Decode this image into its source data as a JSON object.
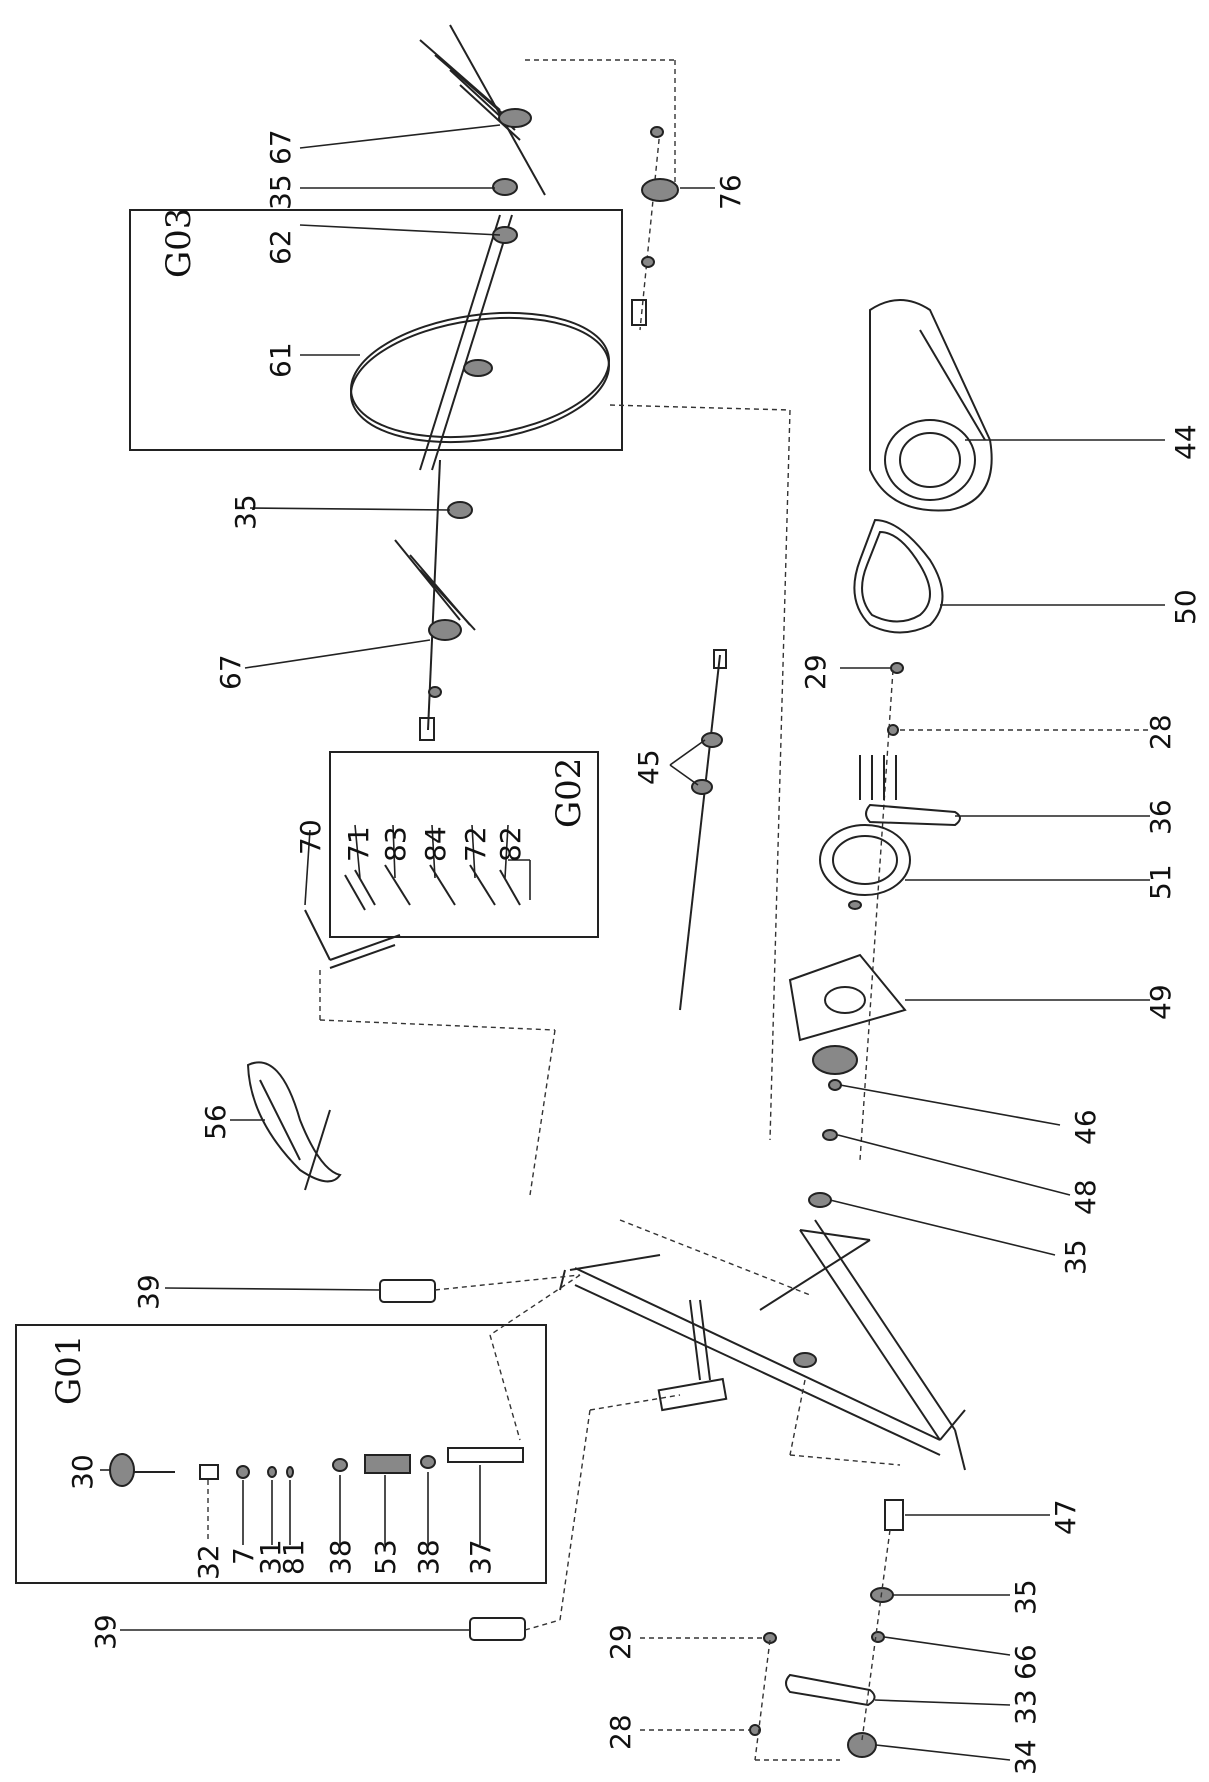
{
  "groups": {
    "g01": "G01",
    "g02": "G02",
    "g03": "G03"
  },
  "labels": {
    "l67a": "67",
    "l35a": "35",
    "l76": "76",
    "l62": "62",
    "l61": "61",
    "l35b": "35",
    "l67b": "67",
    "l44": "44",
    "l50": "50",
    "l29a": "29",
    "l28a": "28",
    "l45": "45",
    "l70": "70",
    "l71": "71",
    "l83": "83",
    "l84": "84",
    "l72": "72",
    "l82": "82",
    "l36": "36",
    "l51": "51",
    "l49": "49",
    "l56": "56",
    "l46": "46",
    "l48": "48",
    "l35c": "35",
    "l39a": "39",
    "l30": "30",
    "l32": "32",
    "l7": "7",
    "l31": "31",
    "l81": "81",
    "l38a": "38",
    "l53": "53",
    "l38b": "38",
    "l37": "37",
    "l47": "47",
    "l35d": "35",
    "l39b": "39",
    "l29b": "29",
    "l66": "66",
    "l33": "33",
    "l28b": "28",
    "l34": "34"
  }
}
